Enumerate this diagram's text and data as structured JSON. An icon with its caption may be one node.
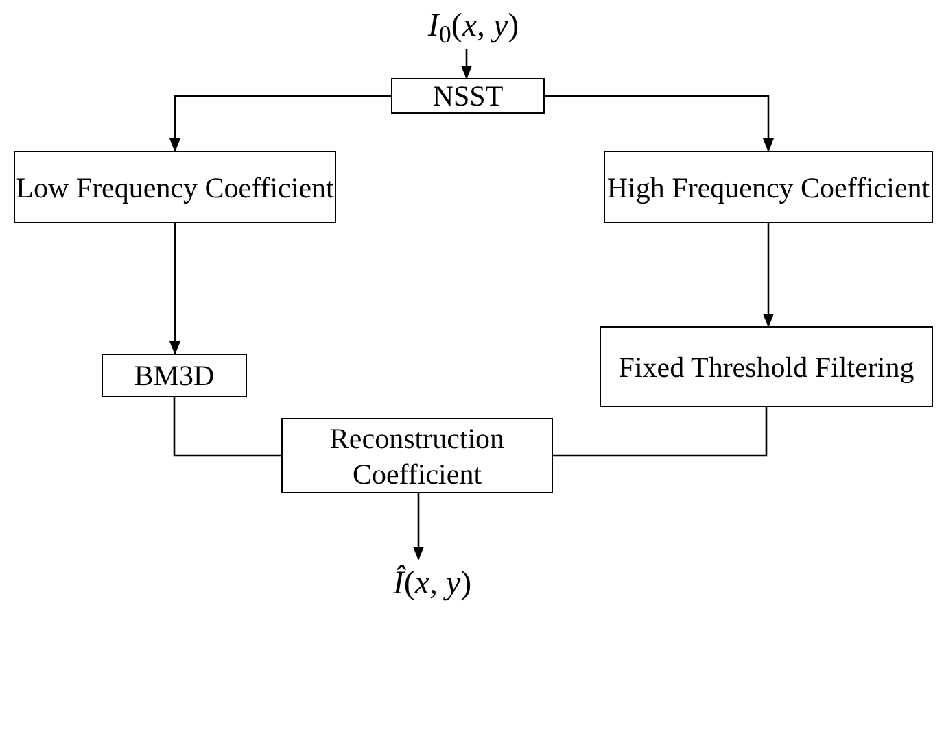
{
  "diagram": {
    "nodes": [
      {
        "text": [
          "*I*$_{0}$(*x*, *y*)"
        ]
      },
      {
        "text": [
          "NSST"
        ]
      },
      {
        "text": [
          "Low Frequency Coefficient"
        ]
      },
      {
        "text": [
          "High Frequency Coefficient"
        ]
      },
      {
        "text": [
          "BM3D"
        ]
      },
      {
        "text": [
          "Fixed Threshold Filtering"
        ]
      },
      {
        "text": [
          "Reconstruction Coefficient"
        ]
      },
      {
        "text": [
          "*Î*(*x*, *y*)"
        ]
      }
    ],
    "edges": [
      {
        "from": 0,
        "to": 1,
        "arrow": "to"
      },
      {
        "from": 1,
        "to": 2,
        "arrow": "to"
      },
      {
        "from": 1,
        "to": 3,
        "arrow": "to"
      },
      {
        "from": 2,
        "to": 4,
        "arrow": "to"
      },
      {
        "from": 3,
        "to": 5,
        "arrow": "to"
      },
      {
        "from": 4,
        "to": 6,
        "arrow": "none"
      },
      {
        "from": 5,
        "to": 6,
        "arrow": "none"
      },
      {
        "from": 6,
        "to": 7,
        "arrow": "to"
      }
    ]
  }
}
